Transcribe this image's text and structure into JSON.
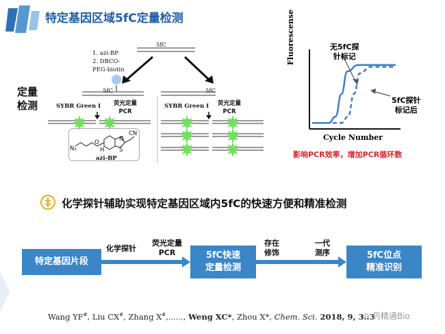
{
  "title": "特定基因区域5fC定量检测",
  "left_panel": {
    "side_label_line1": "定量",
    "side_label_line2": "检测",
    "top_label": "5fC",
    "steps": [
      "1. azi-BP",
      "2. DBCO-",
      "PEG-biotin"
    ],
    "left_5fc": "5fC",
    "right_5fc": "5fC",
    "sybr_left": "SYBR Green I",
    "sybr_right": "SYBR Green I",
    "qpcr_left": [
      "荧光定量",
      "PCR"
    ],
    "qpcr_right": [
      "荧光定量",
      "PCR"
    ],
    "azi_label": "azi-BP",
    "struct_n3": "N₃",
    "struct_h": "H",
    "struct_n": "N",
    "struct_o": "O",
    "struct_s": "S",
    "struct_cn": "CN"
  },
  "chart": {
    "ylabel": "Fluorescense",
    "xlabel": "Cycle Number",
    "label_top": [
      "无5fC探",
      "针标记"
    ],
    "label_right": [
      "5fC探针",
      "标记后"
    ],
    "note": "影响PCR效率，增加PCR循环数"
  },
  "chart_data": {
    "type": "line",
    "title": "",
    "xlabel": "Cycle Number",
    "ylabel": "Fluorescense",
    "series": [
      {
        "x": [
          0,
          0.2,
          0.28,
          0.35,
          0.42,
          0.55,
          1.0
        ],
        "values": [
          0.05,
          0.05,
          0.15,
          0.5,
          0.85,
          0.95,
          0.95
        ],
        "style": "solid"
      },
      {
        "x": [
          0,
          0.35,
          0.43,
          0.5,
          0.57,
          0.7,
          1.0
        ],
        "values": [
          0.05,
          0.05,
          0.15,
          0.5,
          0.82,
          0.92,
          0.92
        ],
        "style": "dashed"
      }
    ]
  },
  "headline": "化学探针辅助实现特定基因区域内5fC的快速方便和精准检测",
  "flow": {
    "box1": "特定基因片段",
    "arrow1": "化学探针",
    "arrow2": [
      "荧光定量",
      "PCR"
    ],
    "box2": [
      "5fC快速",
      "定量检测"
    ],
    "arrow3": [
      "存在",
      "修饰"
    ],
    "arrow4": [
      "一代",
      "测序"
    ],
    "box3": [
      "5fC位点",
      "精准识别"
    ]
  },
  "citation": {
    "a1": "Wang YF",
    "s1": "#",
    "a2": ", Liu CX",
    "s2": "#",
    "a3": ", Zhang X",
    "s3": "#",
    "a4": ",......, ",
    "a5": "Weng XC*",
    "a6": ", Zhou X*, ",
    "journal": "Chem. Sci.",
    "year": " 2018, 9, 3..3"
  },
  "watermark": "药精通Bio",
  "colors": {
    "accent": "#3a86c8",
    "title": "#1f5fa8",
    "note": "#d9262c",
    "star": "#6fe05a",
    "curve": "#3a7fc8"
  }
}
